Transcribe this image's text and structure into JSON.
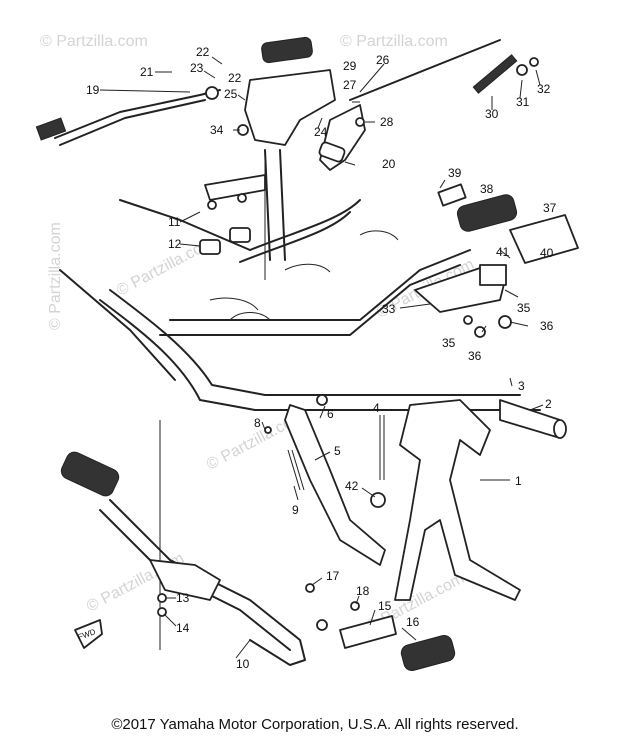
{
  "watermark": "© Partzilla.com",
  "footer": {
    "copyright": "©2017 Yamaha Motor Corporation, U.S.A. All rights reserved."
  },
  "fwd_label": "FWD",
  "callouts": [
    "1",
    "2",
    "3",
    "4",
    "5",
    "6",
    "8",
    "9",
    "10",
    "11",
    "12",
    "13",
    "14",
    "15",
    "16",
    "17",
    "18",
    "19",
    "20",
    "21",
    "22",
    "22",
    "23",
    "24",
    "25",
    "26",
    "27",
    "28",
    "29",
    "30",
    "31",
    "32",
    "33",
    "34",
    "35",
    "35",
    "36",
    "36",
    "37",
    "38",
    "39",
    "40",
    "41",
    "42"
  ]
}
